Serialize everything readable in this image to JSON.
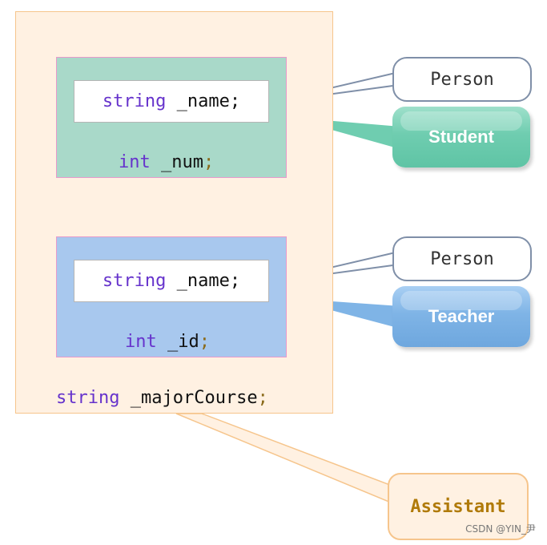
{
  "assistant": {
    "field": {
      "type": "string",
      "name": " _majorCourse",
      "punct": ";"
    },
    "label": "Assistant"
  },
  "student": {
    "inherited": {
      "type": "string",
      "name": " _name;"
    },
    "field": {
      "type": "int",
      "name": " _num",
      "punct": ";"
    },
    "base_label": "Person",
    "label": "Student"
  },
  "teacher": {
    "inherited": {
      "type": "string",
      "name": " _name;"
    },
    "field": {
      "type": "int",
      "name": " _id",
      "punct": ";"
    },
    "base_label": "Person",
    "label": "Teacher"
  },
  "watermark": "CSDN @YIN_尹",
  "colors": {
    "assistant_fill": "#fff1e2",
    "student_fill": "#a9d9c9",
    "teacher_fill": "#a8c8ee",
    "keyword": "#6633cc"
  }
}
